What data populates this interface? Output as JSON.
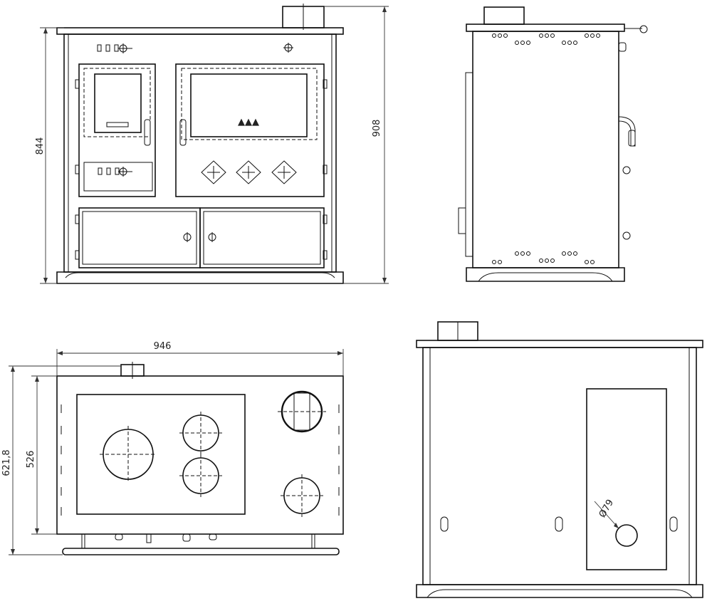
{
  "dimensions": {
    "front_height": "844",
    "front_height_total": "908",
    "top_width": "946",
    "top_depth_total": "621,8",
    "top_depth": "526",
    "flue_diameter": "Ø79"
  }
}
